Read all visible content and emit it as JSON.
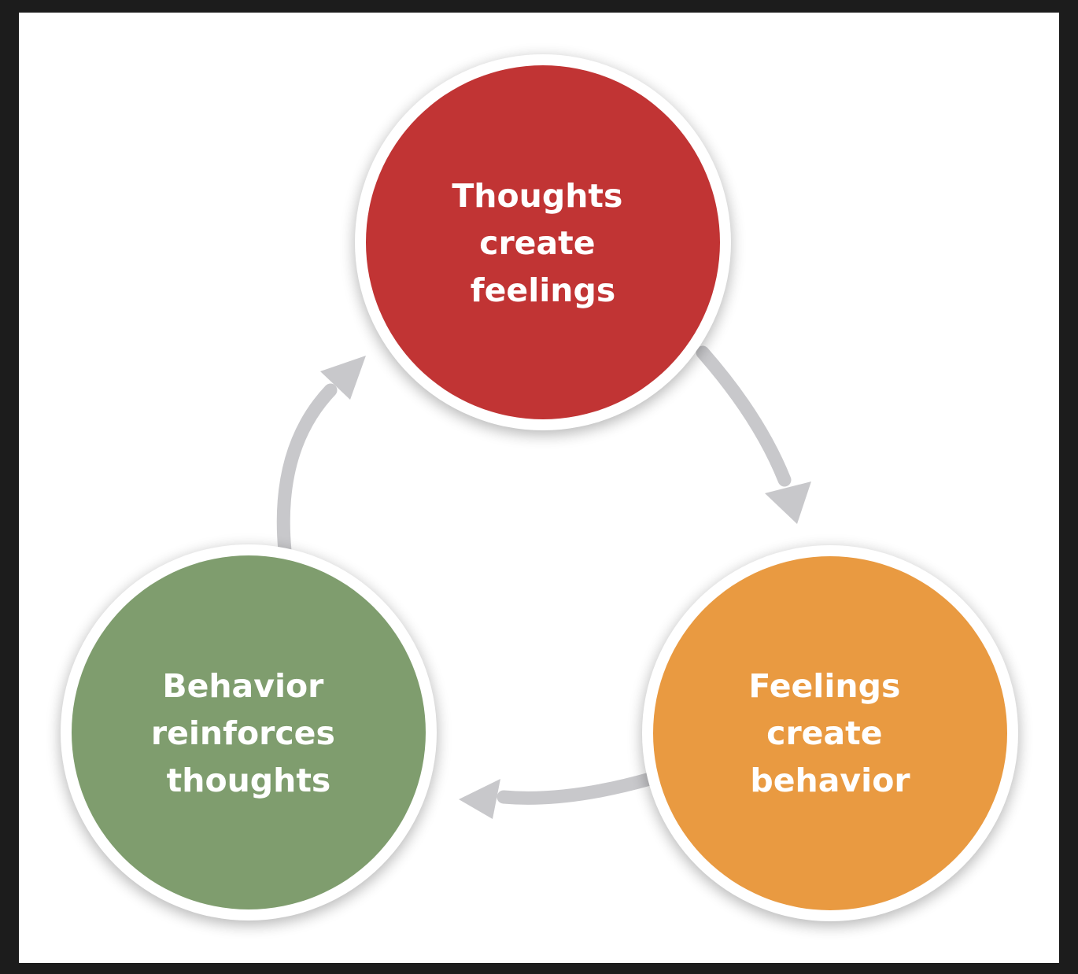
{
  "nodes": [
    {
      "id": "thoughts",
      "lines": [
        "Thoughts",
        "create",
        "feelings"
      ],
      "color": "#c13434"
    },
    {
      "id": "feelings",
      "lines": [
        "Feelings",
        "create",
        "behavior"
      ],
      "color": "#e99a41"
    },
    {
      "id": "behavior",
      "lines": [
        "Behavior",
        "reinforces",
        "thoughts"
      ],
      "color": "#7f9d6e"
    }
  ],
  "colors": {
    "arrow": "#c8c8cb",
    "ring": "#ffffff",
    "background": "#ffffff",
    "frame": "#1c1c1c"
  }
}
